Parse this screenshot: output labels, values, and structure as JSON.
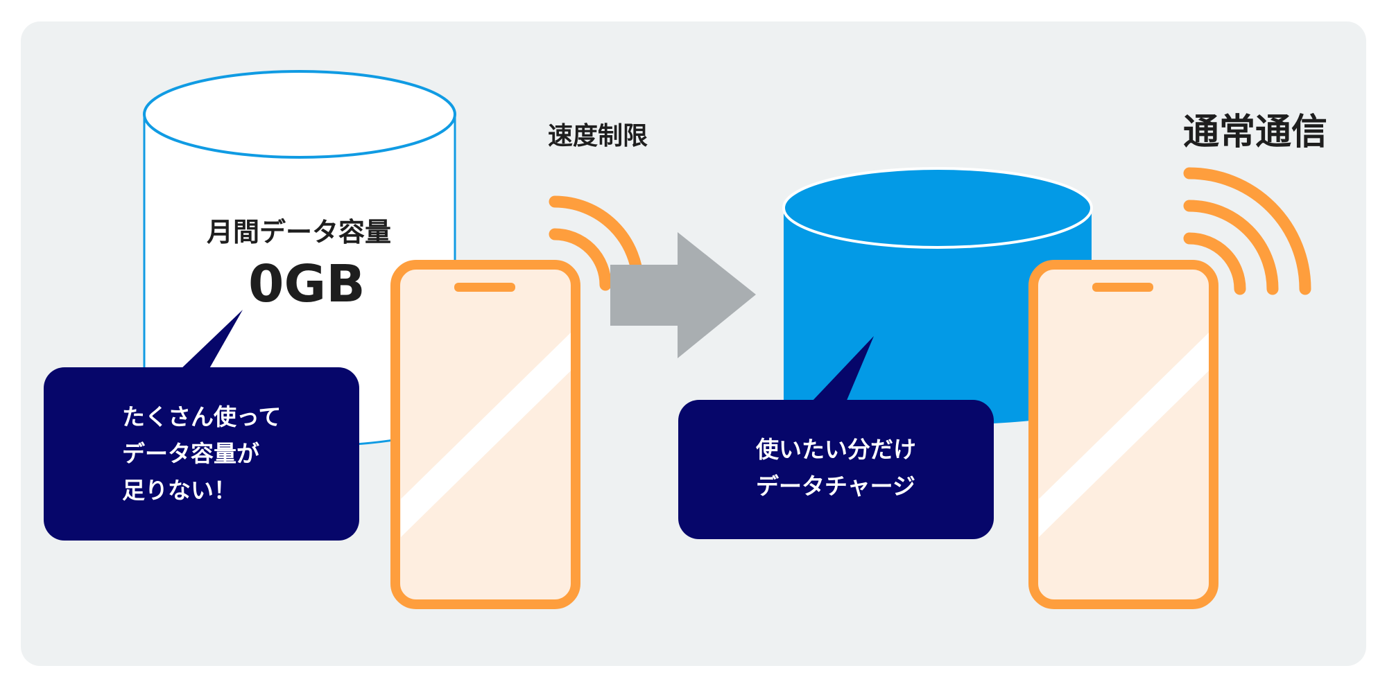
{
  "left_cylinder": {
    "label": "月間データ容量",
    "amount": "0GB"
  },
  "left_bubble": {
    "lines": [
      "たくさん使って",
      "データ容量が",
      "足りない！"
    ]
  },
  "speed_limit_label": "速度制限",
  "right_bubble": {
    "lines": [
      "使いたい分だけ",
      "データチャージ"
    ]
  },
  "normal_label": "通常通信",
  "colors": {
    "background_panel": "#eef1f2",
    "cylinder_outline": "#109be3",
    "cylinder_fill_charged": "#039ae6",
    "bubble_navy": "#06066a",
    "phone_orange": "#fe9e3d",
    "phone_screen": "#feeee0",
    "arrow_gray": "#a9aeb1",
    "text_dark": "#1e1e1e"
  },
  "icons": [
    "database-cylinder-icon",
    "smartphone-icon",
    "wifi-signal-icon",
    "right-arrow-icon"
  ]
}
